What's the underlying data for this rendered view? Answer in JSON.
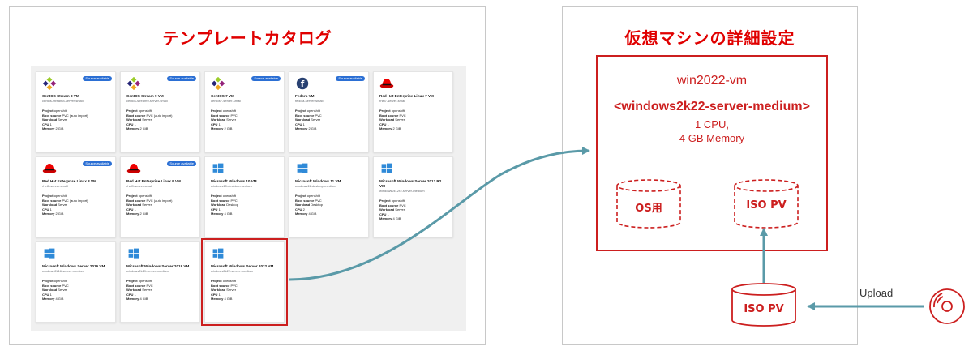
{
  "diagram": {
    "left_title": "テンプレートカタログ",
    "right_title": "仮想マシンの詳細設定",
    "vm": {
      "name": "win2022-vm",
      "template": "<windows2k22-server-medium>",
      "cpu": "1 CPU,",
      "memory": "4 GB Memory",
      "os_disk": "OS用",
      "iso_disk": "ISO PV"
    },
    "uploaded_pv": "ISO PV",
    "upload_label": "Upload",
    "colors": {
      "accent": "#cc1f1f",
      "arrow": "#5a9aa8",
      "badge": "#2b6fd4"
    }
  },
  "catalog": {
    "labels": {
      "project": "Project",
      "boot_source": "Boot source",
      "workload": "Workload",
      "cpu": "CPU",
      "memory": "Memory",
      "badge": "Source available"
    },
    "cards": [
      {
        "name": "CentOS Stream 8 VM",
        "slug": "centos-stream8-server-small",
        "project": "openshift",
        "boot": "PVC (auto import)",
        "workload": "Server",
        "cpu": "1",
        "memory": "2 GiB",
        "badge": true,
        "logo": "centos-logo-icon"
      },
      {
        "name": "CentOS Stream 9 VM",
        "slug": "centos-stream9-server-small",
        "project": "openshift",
        "boot": "PVC (auto import)",
        "workload": "Server",
        "cpu": "1",
        "memory": "2 GiB",
        "badge": true,
        "logo": "centos-logo-icon"
      },
      {
        "name": "CentOS 7 VM",
        "slug": "centos7-server-small",
        "project": "openshift",
        "boot": "PVC",
        "workload": "Server",
        "cpu": "1",
        "memory": "2 GiB",
        "badge": true,
        "logo": "centos-logo-icon"
      },
      {
        "name": "Fedora VM",
        "slug": "fedora-server-small",
        "project": "openshift",
        "boot": "PVC",
        "workload": "Server",
        "cpu": "1",
        "memory": "2 GiB",
        "badge": true,
        "logo": "fedora-logo-icon"
      },
      {
        "name": "Red Hat Enterprise Linux 7 VM",
        "slug": "rhel7-server-small",
        "project": "openshift",
        "boot": "PVC",
        "workload": "Server",
        "cpu": "1",
        "memory": "2 GiB",
        "badge": false,
        "logo": "redhat-logo-icon"
      },
      {
        "name": "Red Hat Enterprise Linux 8 VM",
        "slug": "rhel8-server-small",
        "project": "openshift",
        "boot": "PVC (auto import)",
        "workload": "Server",
        "cpu": "1",
        "memory": "2 GiB",
        "badge": true,
        "logo": "redhat-logo-icon"
      },
      {
        "name": "Red Hat Enterprise Linux 9 VM",
        "slug": "rhel9-server-small",
        "project": "openshift",
        "boot": "PVC (auto import)",
        "workload": "Server",
        "cpu": "1",
        "memory": "2 GiB",
        "badge": true,
        "logo": "redhat-logo-icon"
      },
      {
        "name": "Microsoft Windows 10 VM",
        "slug": "windows10-desktop-medium",
        "project": "openshift",
        "boot": "PVC",
        "workload": "Desktop",
        "cpu": "1",
        "memory": "4 GiB",
        "badge": false,
        "logo": "windows-logo-icon"
      },
      {
        "name": "Microsoft Windows 11 VM",
        "slug": "windows11-desktop-medium",
        "project": "openshift",
        "boot": "PVC",
        "workload": "Desktop",
        "cpu": "2",
        "memory": "4 GiB",
        "badge": false,
        "logo": "windows-logo-icon"
      },
      {
        "name": "Microsoft Windows Server 2012 R2 VM",
        "slug": "windows2k12r2-server-medium",
        "project": "openshift",
        "boot": "PVC",
        "workload": "Server",
        "cpu": "1",
        "memory": "4 GiB",
        "badge": false,
        "logo": "windows-logo-icon"
      },
      {
        "name": "Microsoft Windows Server 2016 VM",
        "slug": "windows2k16-server-medium",
        "project": "openshift",
        "boot": "PVC",
        "workload": "Server",
        "cpu": "1",
        "memory": "4 GiB",
        "badge": false,
        "logo": "windows-logo-icon"
      },
      {
        "name": "Microsoft Windows Server 2019 VM",
        "slug": "windows2k19-server-medium",
        "project": "openshift",
        "boot": "PVC",
        "workload": "Server",
        "cpu": "1",
        "memory": "4 GiB",
        "badge": false,
        "logo": "windows-logo-icon"
      },
      {
        "name": "Microsoft Windows Server 2022 VM",
        "slug": "windows2k22-server-medium",
        "project": "openshift",
        "boot": "PVC",
        "workload": "Server",
        "cpu": "1",
        "memory": "4 GiB",
        "badge": false,
        "logo": "windows-logo-icon",
        "selected": true
      }
    ]
  }
}
